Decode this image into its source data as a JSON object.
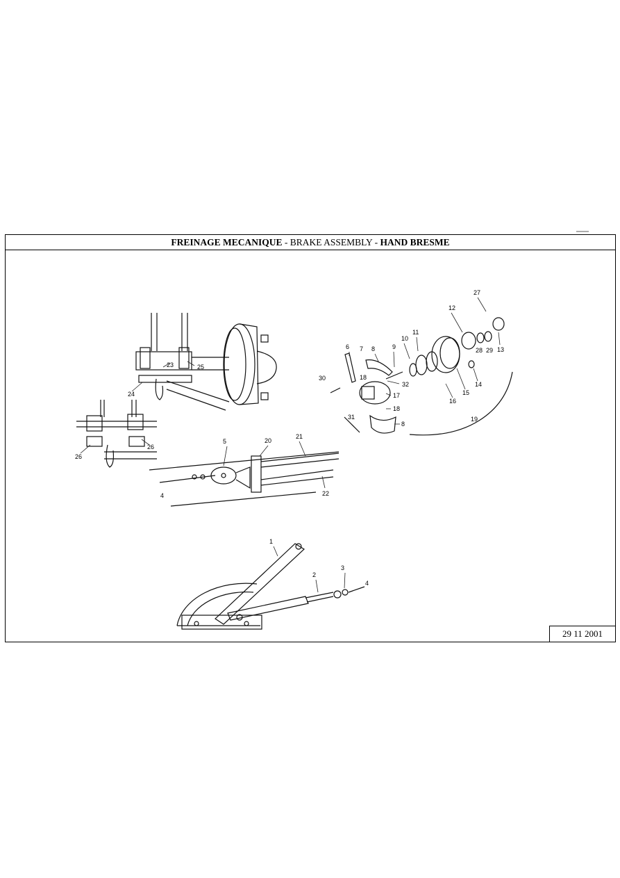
{
  "sheet": {
    "title": {
      "part1": "FREINAGE MECANIQUE",
      "sep1": " - ",
      "part2": "BRAKE ASSEMBLY",
      "sep2": " - ",
      "part3": "HAND BRESME"
    },
    "date": "29 11 2001"
  },
  "callouts": [
    "1",
    "2",
    "3",
    "4",
    "4",
    "5",
    "6",
    "7",
    "8",
    "8",
    "9",
    "10",
    "11",
    "12",
    "13",
    "14",
    "15",
    "16",
    "17",
    "18",
    "18",
    "19",
    "20",
    "21",
    "22",
    "23",
    "24",
    "25",
    "26",
    "26",
    "27",
    "28",
    "29",
    "30",
    "31",
    "32"
  ]
}
